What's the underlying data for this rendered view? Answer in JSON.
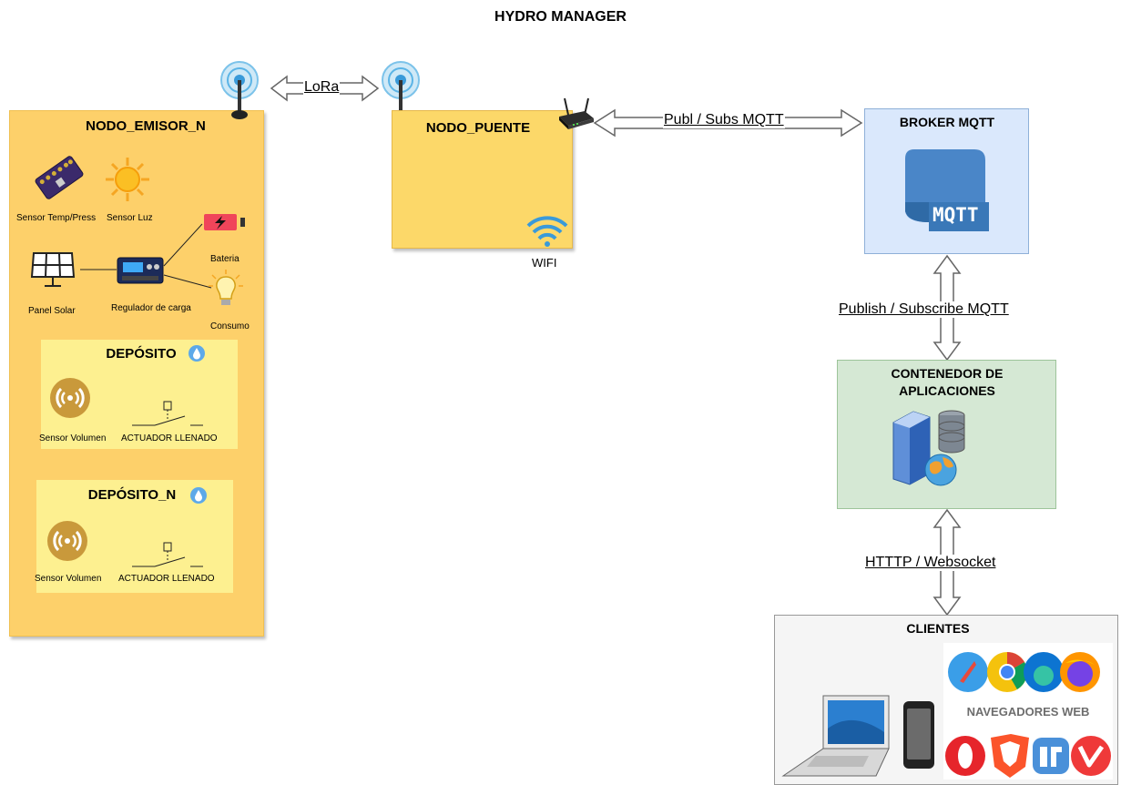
{
  "title": "HYDRO MANAGER",
  "nodes": {
    "emisor": {
      "title": "NODO_EMISOR_N",
      "sensor_temp": "Sensor Temp/Press",
      "sensor_luz": "Sensor Luz",
      "bateria": "Bateria",
      "panel": "Panel Solar",
      "regulador": "Regulador de carga",
      "consumo": "Consumo",
      "depositos": [
        {
          "title": "DEPÓSITO",
          "sensor": "Sensor Volumen",
          "actuator": "ACTUADOR LLENADO"
        },
        {
          "title": "DEPÓSITO_N",
          "sensor": "Sensor Volumen",
          "actuator": "ACTUADOR LLENADO"
        }
      ]
    },
    "puente": {
      "title": "NODO_PUENTE",
      "wifi": "WIFI"
    },
    "broker": {
      "title": "BROKER MQTT",
      "logo_text": "MQTT"
    },
    "contenedor": {
      "title_line1": "CONTENEDOR DE",
      "title_line2": "APLICACIONES"
    },
    "clientes": {
      "title": "CLIENTES",
      "browsers": "NAVEGADORES WEB"
    }
  },
  "edges": {
    "lora": "LoRa",
    "mqtt_puente": "Publ / Subs MQTT",
    "mqtt_broker": "Publish / Subscribe MQTT",
    "http": "HTTTP / Websocket"
  },
  "colors": {
    "emisor_fill": "#fdd06a",
    "puente_fill": "#fcd869",
    "broker_fill": "#dae8fc",
    "contenedor_fill": "#d5e8d4",
    "clientes_fill": "#f5f5f5",
    "deposito_fill": "#fdf090"
  },
  "icons": [
    "antenna-icon",
    "router-icon",
    "wifi-icon",
    "sensor-board-icon",
    "sun-icon",
    "battery-icon",
    "solar-panel-icon",
    "charge-regulator-icon",
    "lightbulb-icon",
    "water-drop-icon",
    "volume-sensor-icon",
    "switch-icon",
    "mqtt-logo-icon",
    "server-database-icon",
    "laptop-icon",
    "phone-icon",
    "browser-logos-icon"
  ]
}
